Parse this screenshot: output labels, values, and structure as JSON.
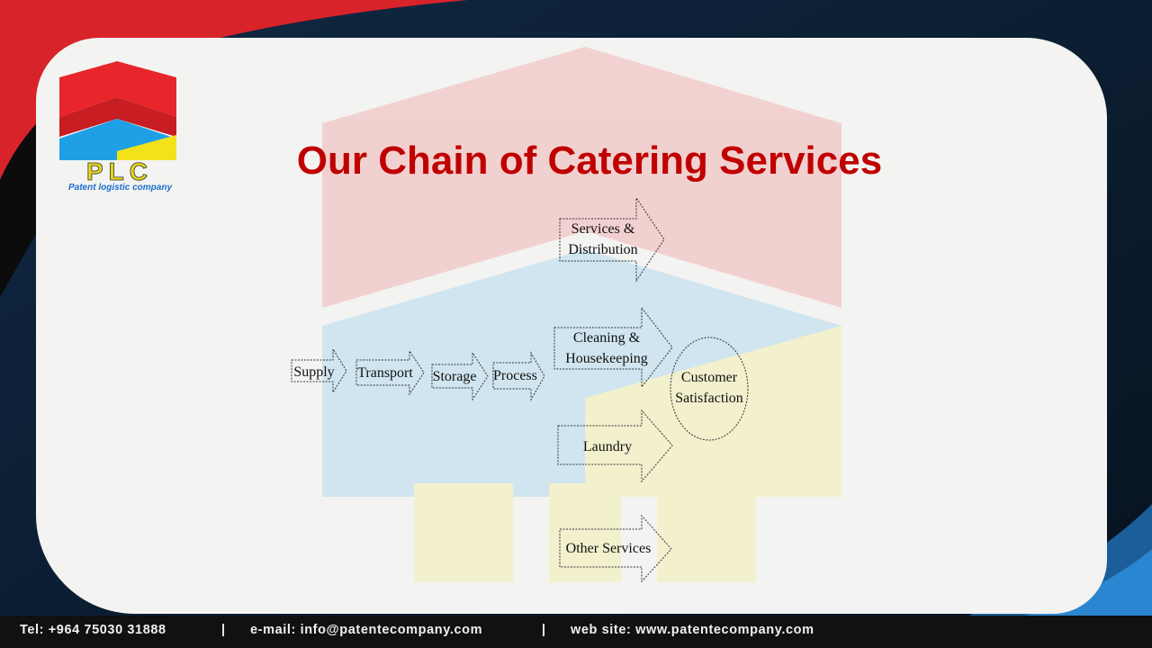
{
  "slide": {
    "title": "Our Chain of Catering Services"
  },
  "logo": {
    "initials": "PLC",
    "tagline": "Patent logistic company"
  },
  "diagram": {
    "chain": [
      "Supply",
      "Transport",
      "Storage",
      "Process"
    ],
    "branches": [
      "Services &\nDistribution",
      "Cleaning &\nHousekeeping",
      "Laundry",
      "Other Services"
    ],
    "outcome": "Customer\nSatisfaction"
  },
  "footer": {
    "tel": "Tel: +964 75030 31888",
    "email": "e-mail: info@patentecompany.com",
    "web": "web site: www.patentecompany.com",
    "separator": "|"
  },
  "colors": {
    "title": "#c00000",
    "brand_red": "#e8252b",
    "brand_blue": "#1fa0e6",
    "brand_yellow": "#f2e21a",
    "background_dark": "#0b1e33"
  },
  "icons": [
    "plc-logo-icon",
    "plc-watermark-icon"
  ]
}
